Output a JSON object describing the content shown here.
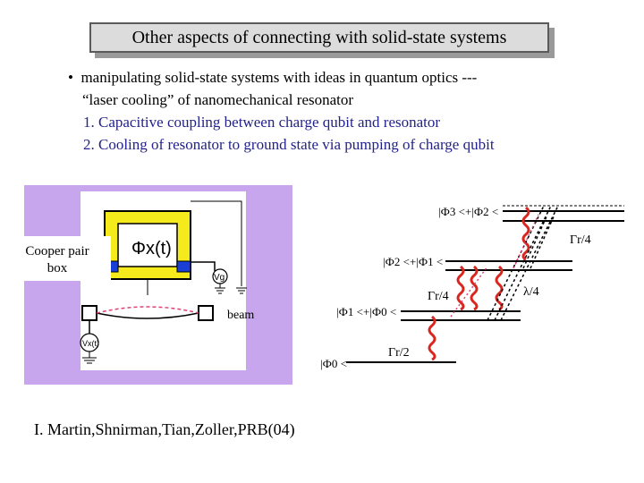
{
  "slide": {
    "title": "Other aspects of connecting with solid-state systems",
    "bullet_main": "manipulating solid-state systems with ideas in quantum optics ---",
    "bullet_main_cont": "“laser cooling” of  nanomechanical resonator",
    "items": [
      "1.  Capacitive coupling between charge qubit and resonator",
      "2.  Cooling of resonator to ground state via pumping of charge qubit"
    ],
    "citation": "I. Martin,Shnirman,Tian,Zoller,PRB(04)"
  },
  "figure": {
    "cooper_pair_label_1": "Cooper pair",
    "cooper_pair_label_2": "box",
    "phi_label": "Φx(t)",
    "vg_label": "Vg",
    "vx_label": "Vx(t)",
    "beam_label": "beam",
    "levels": [
      "|Ф3 <+|Ф2 <",
      "|Ф2 <+|Ф1 <",
      "|Ф1 <+|Ф0 <",
      "|Ф0 <"
    ],
    "rate_labels": [
      "Γr/4",
      "Γr/4",
      "λ/4",
      "Γr/2"
    ],
    "colors": {
      "panel": "#c7a6ee",
      "yellow": "#f5ea1c",
      "blue": "#1a3fd6",
      "wavy": "#d9271f",
      "dashed": "#e0407a"
    }
  }
}
